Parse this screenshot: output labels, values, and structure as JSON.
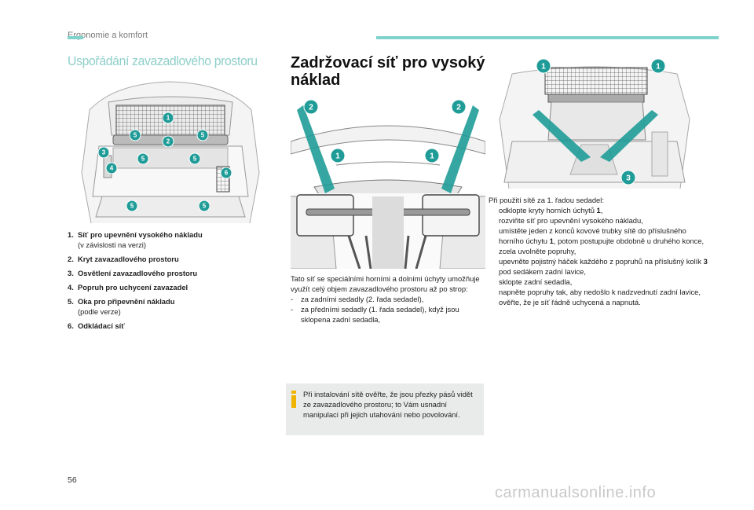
{
  "header": {
    "chapter": "Ergonomie a komfort"
  },
  "section_title": "Uspořádání zavazadlového prostoru",
  "net_title": "Zadržovací síť pro vysoký náklad",
  "figures": {
    "trunk_callouts": [
      "1",
      "2",
      "3",
      "4",
      "5",
      "5",
      "5",
      "5",
      "5",
      "5",
      "6"
    ],
    "net_callouts": [
      "2",
      "2",
      "1",
      "1"
    ],
    "seat_callouts": [
      "1",
      "1",
      "3"
    ]
  },
  "legend": [
    {
      "num": "1.",
      "text": "Síť pro upevnění vysokého nákladu",
      "sub": "(v závislosti na verzi)"
    },
    {
      "num": "2.",
      "text": "Kryt zavazadlového prostoru",
      "sub": ""
    },
    {
      "num": "3.",
      "text": "Osvětlení zavazadlového prostoru",
      "sub": ""
    },
    {
      "num": "4.",
      "text": "Popruh pro uchycení zavazadel",
      "sub": ""
    },
    {
      "num": "5.",
      "text": "Oka pro připevnění nákladu",
      "sub": "(podle verze)"
    },
    {
      "num": "6.",
      "text": "Odkládací síť",
      "sub": ""
    }
  ],
  "net_intro": {
    "text": "Tato síť se speciálními horními a dolními úchyty umožňuje využít celý objem zavazadlového prostoru až po strop:",
    "items": [
      {
        "dash": "-",
        "text": "za zadními sedadly (2. řada sedadel),"
      },
      {
        "dash": "-",
        "text": "za předními sedadly (1. řada sedadel), když jsou sklopena zadní sedadla,"
      }
    ]
  },
  "note": {
    "text": "Při instalování sítě ověřte, že jsou přezky pásů vidět ze zavazadlového prostoru; to Vám usnadní manipulaci při jejich utahování nebo povolování."
  },
  "steps": {
    "intro": "Při použití sítě za 1. řadou sedadel:",
    "bullet": "",
    "items": [
      {
        "a": "odklopte kryty horních úchytů ",
        "b": "1",
        "c": ","
      },
      {
        "a": "rozviňte síť pro upevnění vysokého nákladu,",
        "b": "",
        "c": ""
      },
      {
        "a": "umístěte jeden z konců kovové trubky sítě do příslušného horního úchytu ",
        "b": "1",
        "c": ", potom postupujte obdobně u druhého konce,"
      },
      {
        "a": "zcela uvolněte popruhy,",
        "b": "",
        "c": ""
      },
      {
        "a": "upevněte pojistný háček každého z popruhů na příslušný kolík ",
        "b": "3",
        "c": " pod sedákem zadní lavice,"
      },
      {
        "a": "sklopte zadní sedadla,",
        "b": "",
        "c": ""
      },
      {
        "a": "napněte popruhy tak, aby nedošlo k nadzvednutí zadní lavice,",
        "b": "",
        "c": ""
      },
      {
        "a": "ověřte, že je síť řádně uchycená a napnutá.",
        "b": "",
        "c": ""
      }
    ]
  },
  "page_number": "56",
  "watermark": "carmanualsonline.info",
  "colors": {
    "accent": "#7fd3cc",
    "callout": "#1f9c97",
    "note_icon": "#f0b400",
    "note_bg": "#e9eaea"
  }
}
